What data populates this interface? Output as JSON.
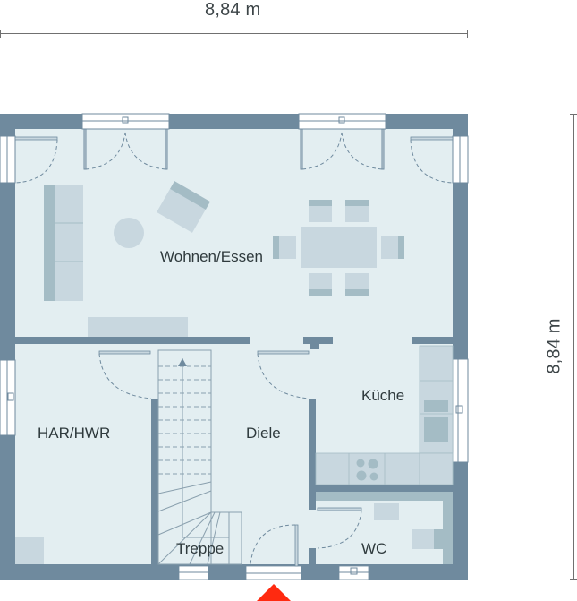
{
  "dimensions": {
    "width_label": "8,84 m",
    "height_label": "8,84 m"
  },
  "rooms": [
    {
      "id": "wohnen-essen",
      "label": "Wohnen/Essen"
    },
    {
      "id": "kueche",
      "label": "Küche"
    },
    {
      "id": "har-hwr",
      "label": "HAR/HWR"
    },
    {
      "id": "diele",
      "label": "Diele"
    },
    {
      "id": "treppe",
      "label": "Treppe"
    },
    {
      "id": "wc",
      "label": "WC"
    }
  ],
  "colors": {
    "wall": "#6f8a9e",
    "floor": "#e3eef1",
    "furniture": "#c8d7df",
    "furniture_dark": "#a4bcc5",
    "entrance_marker": "#ff2a10",
    "dimension_line": "#707070",
    "text": "#2f3a3d"
  },
  "entrance": {
    "icon": "entrance-arrow-icon"
  }
}
